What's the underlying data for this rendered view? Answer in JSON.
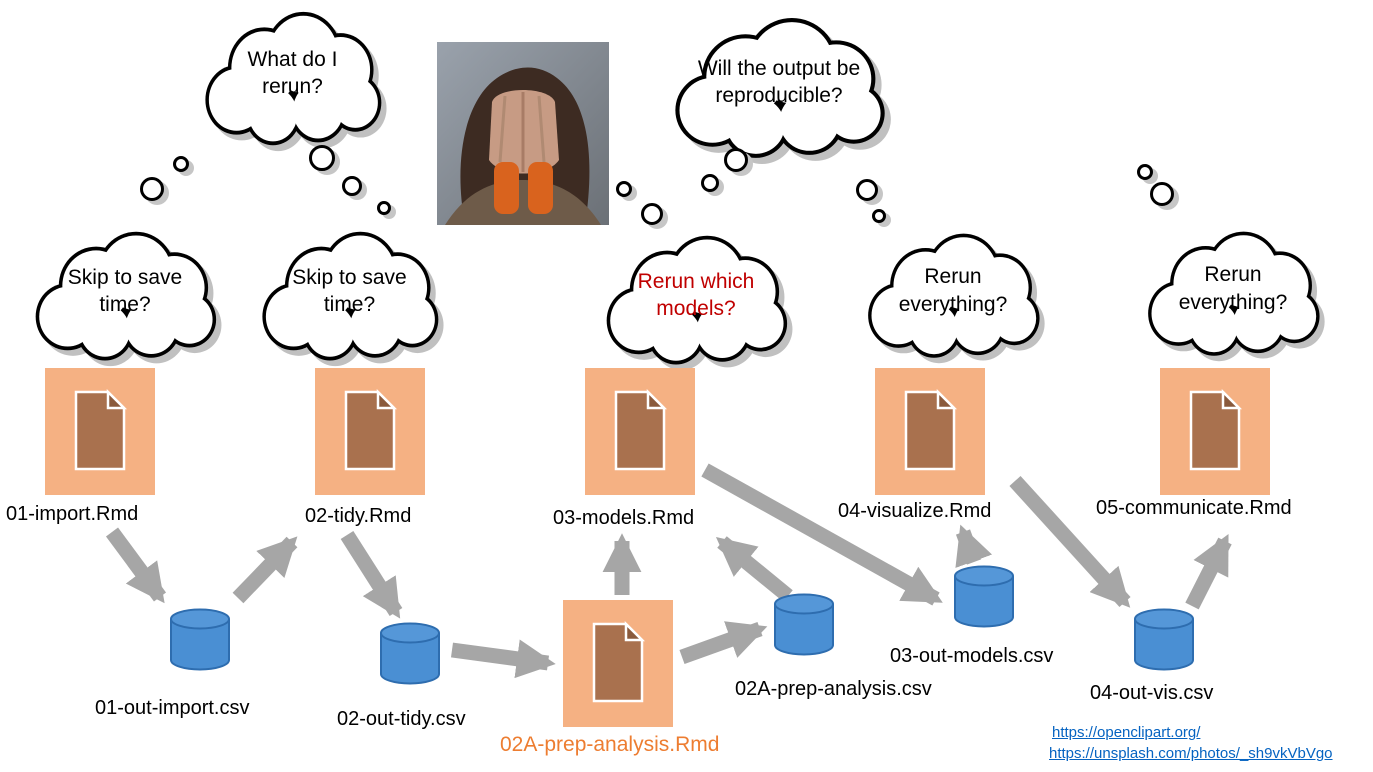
{
  "diagram": {
    "thought_bubbles": [
      {
        "id": "what-rerun",
        "text": "What do I rerun?",
        "text_color": "#000000"
      },
      {
        "id": "reproducible",
        "text": "Will the output be reproducible?",
        "text_color": "#000000"
      },
      {
        "id": "skip-save-time-1",
        "text": "Skip to save time?",
        "text_color": "#000000"
      },
      {
        "id": "skip-save-time-2",
        "text": "Skip to save time?",
        "text_color": "#000000"
      },
      {
        "id": "rerun-which-models",
        "text": "Rerun which models?",
        "text_color": "#c00000"
      },
      {
        "id": "rerun-everything-1",
        "text": "Rerun everything?",
        "text_color": "#000000"
      },
      {
        "id": "rerun-everything-2",
        "text": "Rerun everything?",
        "text_color": "#000000"
      }
    ],
    "rmd_files": [
      {
        "id": "01-import",
        "label": "01-import.Rmd"
      },
      {
        "id": "02-tidy",
        "label": "02-tidy.Rmd"
      },
      {
        "id": "03-models",
        "label": "03-models.Rmd"
      },
      {
        "id": "04-visualize",
        "label": "04-visualize.Rmd"
      },
      {
        "id": "05-communicate",
        "label": "05-communicate.Rmd"
      },
      {
        "id": "02A-prep-analysis",
        "label": "02A-prep-analysis.Rmd",
        "label_color": "#ed7d31"
      }
    ],
    "csv_files": [
      {
        "id": "01-out-import",
        "label": "01-out-import.csv"
      },
      {
        "id": "02-out-tidy",
        "label": "02-out-tidy.csv"
      },
      {
        "id": "02A-prep-analysis",
        "label": "02A-prep-analysis.csv"
      },
      {
        "id": "03-out-models",
        "label": "03-out-models.csv"
      },
      {
        "id": "04-out-vis",
        "label": "04-out-vis.csv"
      }
    ],
    "footer_links": [
      {
        "text": "https://openclipart.org/"
      },
      {
        "text": "https://unsplash.com/photos/_sh9vkVbVgo"
      }
    ],
    "colors": {
      "doc_square": "#f5b183",
      "doc_paper": "#a9714e",
      "doc_fold": "#8a5a3c",
      "cylinder_fill": "#4a8fd3",
      "cylinder_stroke": "#2e6daf",
      "arrow": "#a6a6a6",
      "cloud_shadow": "#c0c0c0",
      "link": "#0563c1",
      "highlight_text": "#c00000",
      "orange_label": "#ed7d31"
    }
  }
}
